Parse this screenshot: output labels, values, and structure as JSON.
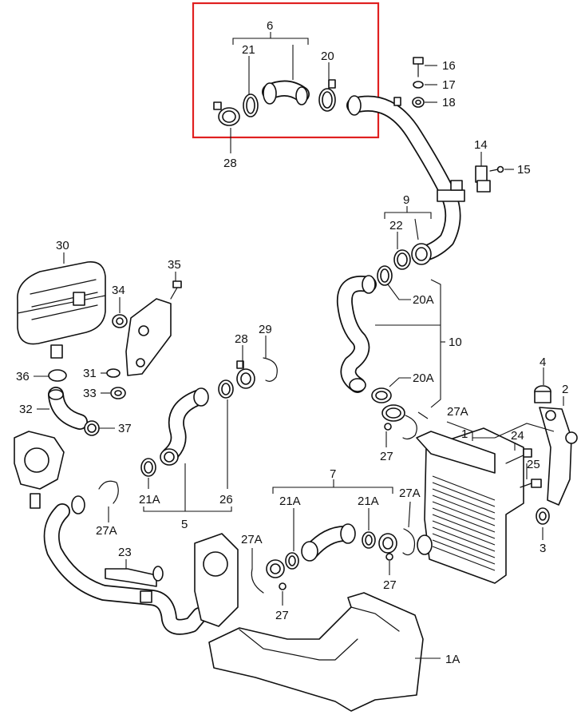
{
  "labels": {
    "l6": "6",
    "l21": "21",
    "l20": "20",
    "l28a": "28",
    "l16": "16",
    "l17": "17",
    "l18": "18",
    "l14": "14",
    "l15": "15",
    "l9": "9",
    "l22": "22",
    "l20Aa": "20A",
    "l20Ab": "20A",
    "l10": "10",
    "l30": "30",
    "l35": "35",
    "l34": "34",
    "l31": "31",
    "l33": "33",
    "l36": "36",
    "l32": "32",
    "l37": "37",
    "l28b": "28",
    "l29": "29",
    "l21Aa": "21A",
    "l26": "26",
    "l5": "5",
    "l27Aa": "27A",
    "l4": "4",
    "l2": "2",
    "l1": "1",
    "l27Ab": "27A",
    "l27a": "27",
    "l24": "24",
    "l25": "25",
    "l3": "3",
    "l7": "7",
    "l21Ab": "21A",
    "l21Ac": "21A",
    "l27Ac": "27A",
    "l27Ad": "27A",
    "l27b": "27",
    "l27c": "27",
    "l23": "23",
    "l1A": "1A"
  },
  "highlight_color": "#e02020"
}
